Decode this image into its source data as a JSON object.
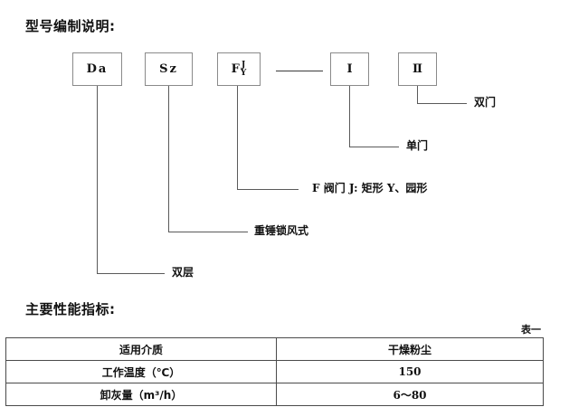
{
  "document": {
    "section_model": {
      "heading": "型号编制说明:",
      "boxes": [
        {
          "id": "box-da",
          "text": "Da",
          "type": "letters"
        },
        {
          "id": "box-sz",
          "text": "Sz",
          "type": "letters"
        },
        {
          "id": "box-fjy",
          "base": "F",
          "upper": "J",
          "lower": "Y",
          "type": "fraction"
        },
        {
          "id": "box-roman-1",
          "text": "Ⅰ",
          "type": "roman"
        },
        {
          "id": "box-roman-2",
          "text": "Ⅱ",
          "type": "roman"
        }
      ],
      "annotations": [
        {
          "id": "annot-double-door",
          "label": "双门"
        },
        {
          "id": "annot-single-door",
          "label": "单门"
        },
        {
          "id": "annot-valve",
          "label": "F 阀门 J: 矩形 Y、园形"
        },
        {
          "id": "annot-lock",
          "label": "重锤锁风式"
        },
        {
          "id": "annot-double-layer",
          "label": "双层"
        }
      ]
    },
    "section_performance": {
      "heading": "主要性能指标:",
      "table_caption": "表一",
      "table": {
        "rows": [
          {
            "label": "适用介质",
            "value": "干燥粉尘"
          },
          {
            "label": "工作温度（℃）",
            "value": "150"
          },
          {
            "label": "卸灰量（m³/h）",
            "value": "6～80"
          }
        ]
      }
    }
  },
  "colors": {
    "text": "#111111",
    "box_border": "#8a8a8a",
    "leader_line": "#5a5a5a",
    "table_border": "#4a4a4a",
    "background": "#ffffff"
  }
}
